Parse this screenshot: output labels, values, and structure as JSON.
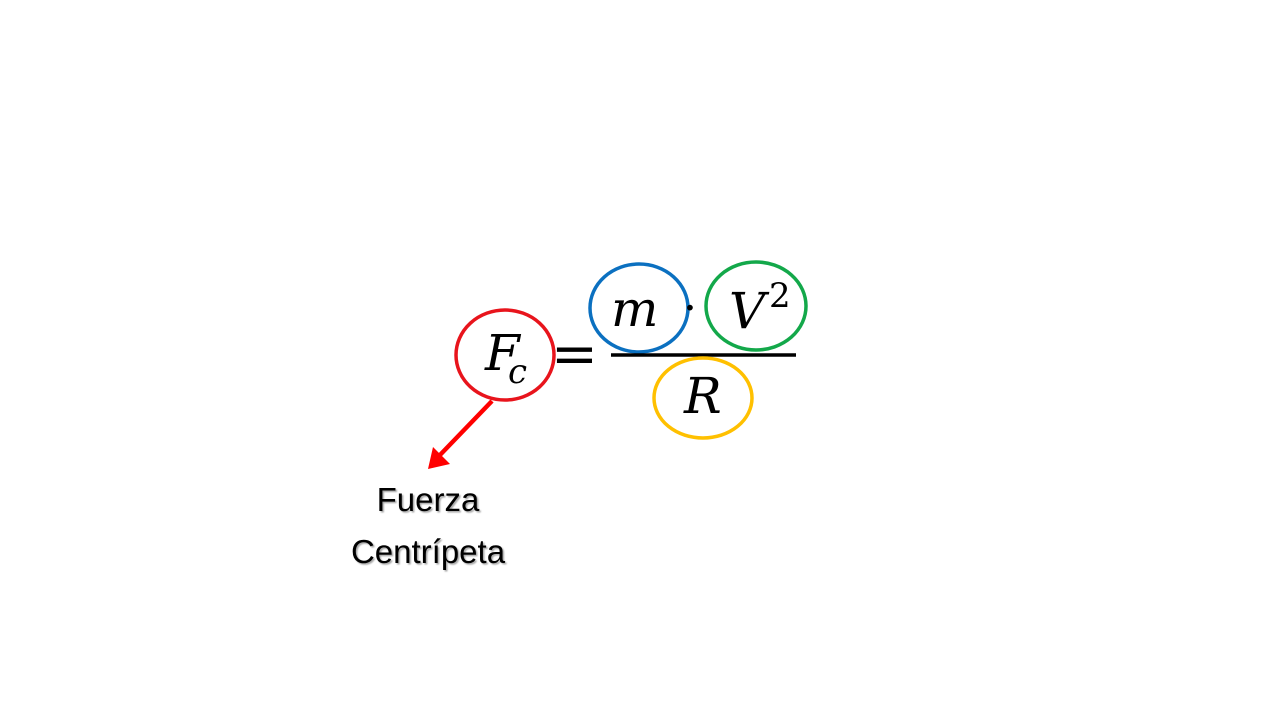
{
  "formula": {
    "lhs_symbol": "F",
    "lhs_subscript": "c",
    "equals": "=",
    "numerator_mass": "m",
    "dot": "·",
    "numerator_velocity": "V",
    "velocity_exponent": "2",
    "denominator_radius": "R"
  },
  "annotation": {
    "label_line1": "Fuerza",
    "label_line2": "Centrípeta"
  },
  "colors": {
    "force_circle": "#e8141c",
    "mass_circle": "#0b70c0",
    "velocity_circle": "#13a84a",
    "radius_circle": "#ffc000",
    "arrow": "#ff0000",
    "text": "#000000"
  }
}
